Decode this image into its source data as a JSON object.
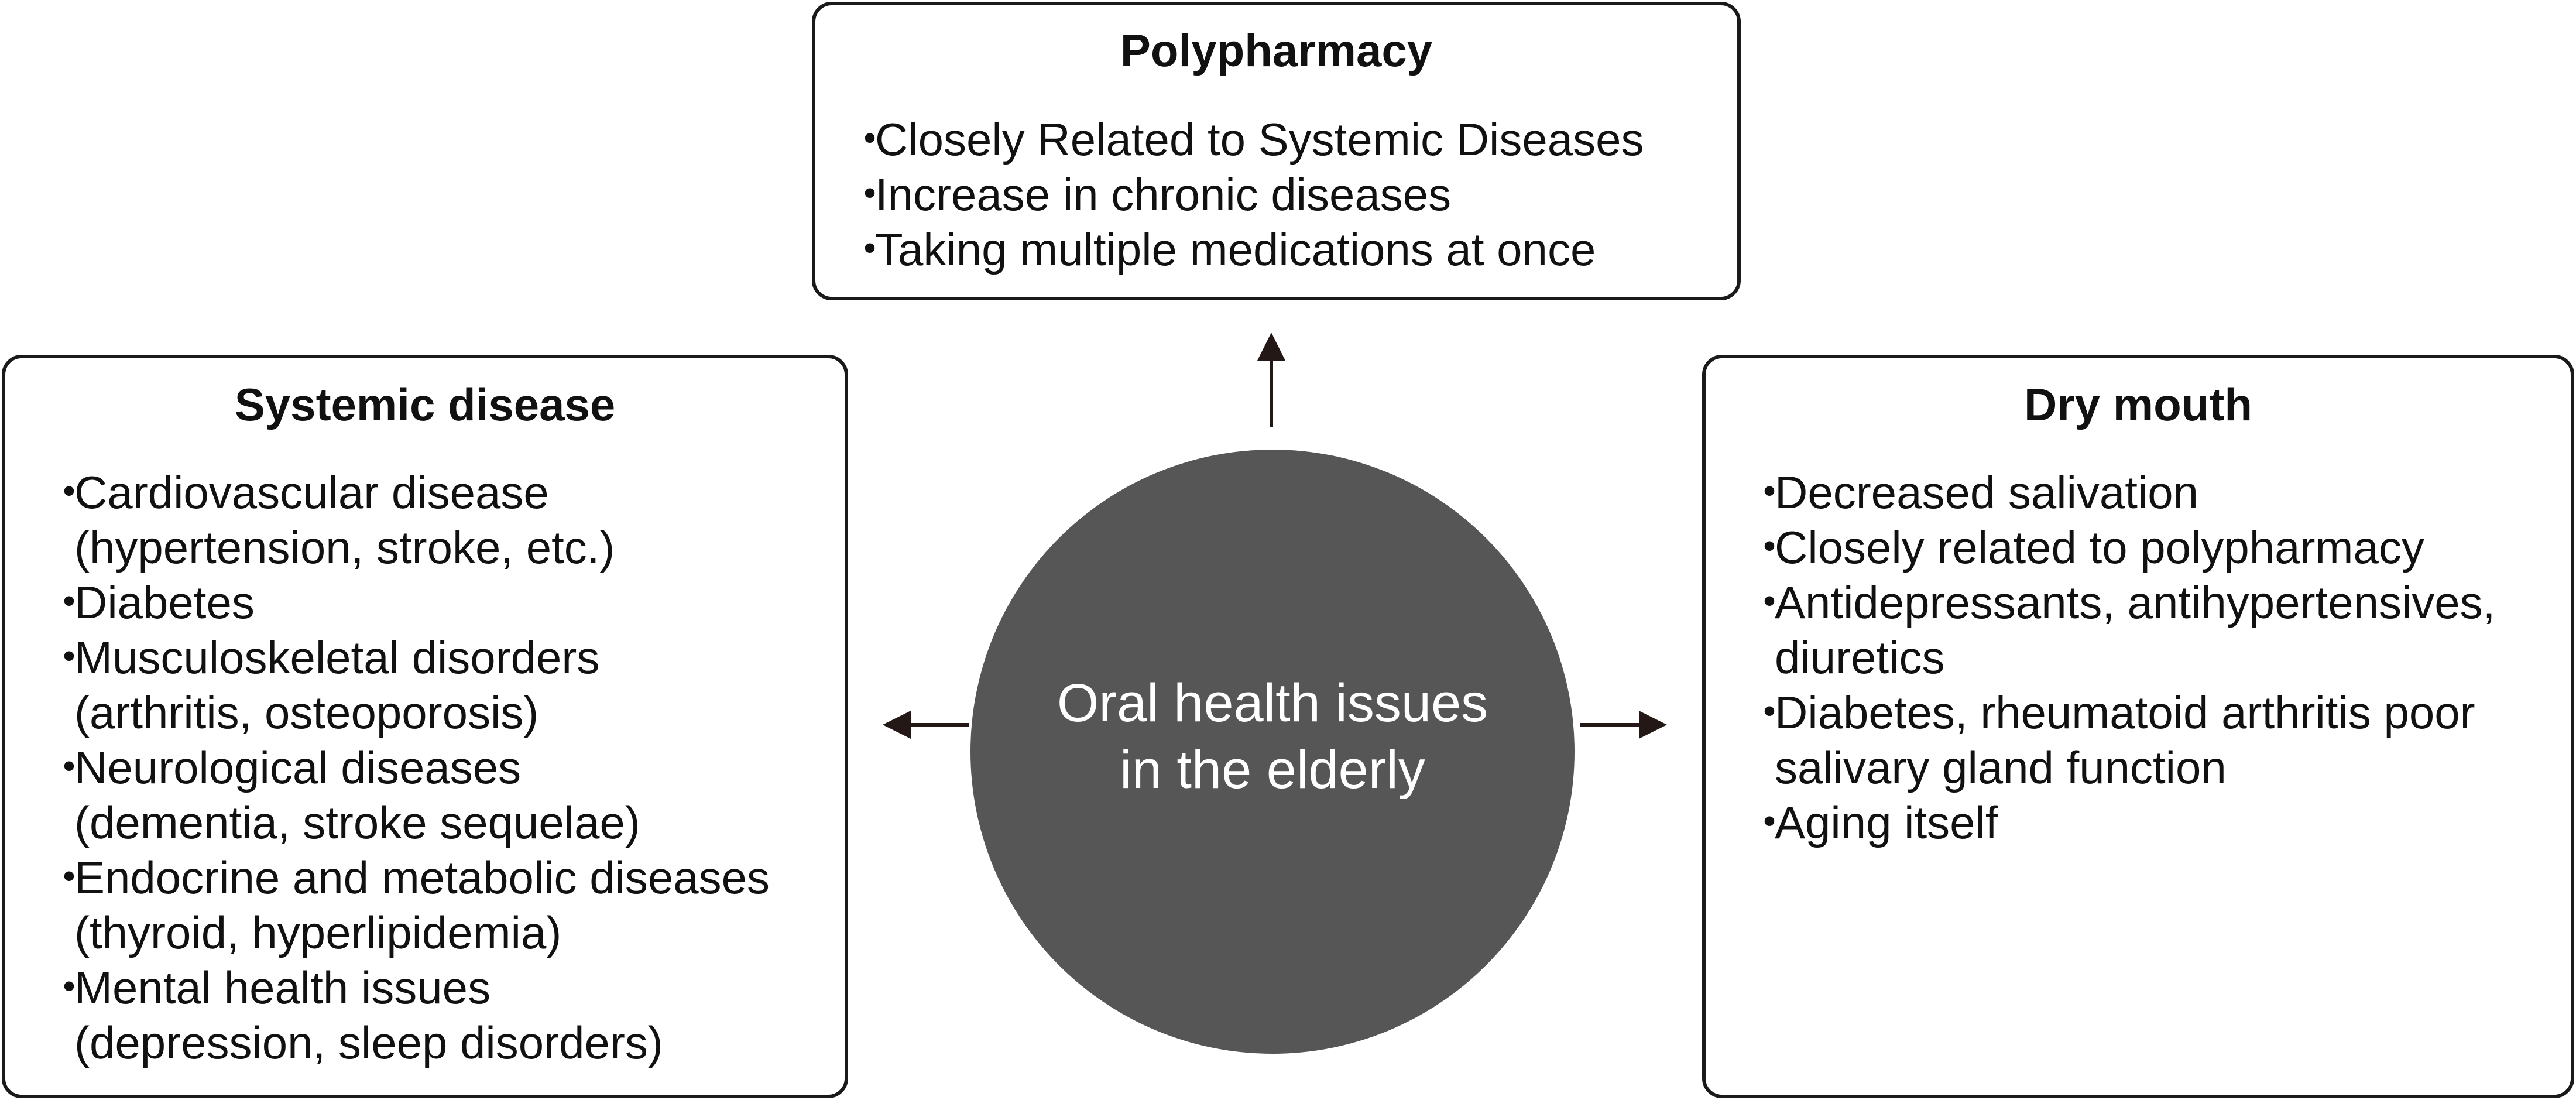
{
  "polypharmacy": {
    "title": "Polypharmacy",
    "items": [
      {
        "lines": [
          "Closely Related to Systemic Diseases"
        ]
      },
      {
        "lines": [
          "Increase in chronic diseases"
        ]
      },
      {
        "lines": [
          "Taking multiple medications at once"
        ]
      }
    ]
  },
  "systemic_disease": {
    "title": "Systemic disease",
    "items": [
      {
        "lines": [
          "Cardiovascular disease",
          "(hypertension, stroke, etc.)"
        ]
      },
      {
        "lines": [
          "Diabetes"
        ]
      },
      {
        "lines": [
          "Musculoskeletal disorders",
          "(arthritis, osteoporosis)"
        ]
      },
      {
        "lines": [
          "Neurological diseases",
          "(dementia, stroke sequelae)"
        ]
      },
      {
        "lines": [
          "Endocrine and metabolic diseases",
          "(thyroid, hyperlipidemia)"
        ]
      },
      {
        "lines": [
          "Mental health issues",
          "(depression, sleep disorders)"
        ]
      }
    ]
  },
  "dry_mouth": {
    "title": "Dry mouth",
    "items": [
      {
        "lines": [
          "Decreased salivation"
        ]
      },
      {
        "lines": [
          "Closely related to polypharmacy"
        ]
      },
      {
        "lines": [
          "Antidepressants, antihypertensives,",
          "diuretics"
        ]
      },
      {
        "lines": [
          "Diabetes, rheumatoid arthritis poor",
          "salivary gland function"
        ]
      },
      {
        "lines": [
          "Aging itself"
        ]
      }
    ]
  },
  "center": {
    "line1": "Oral health issues",
    "line2": "in the elderly"
  },
  "bullet": "・",
  "colors": {
    "circle_fill": "#575656",
    "border": "#1a1a1a",
    "arrow": "#231815"
  }
}
